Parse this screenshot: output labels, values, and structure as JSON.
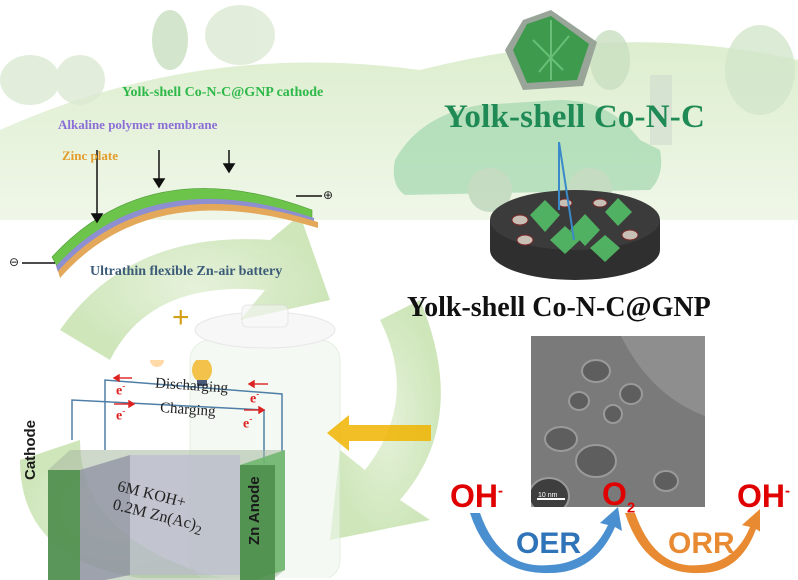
{
  "figure_type": "graphical abstract",
  "colors": {
    "cathode_label": "#2fb84a",
    "membrane_label": "#8b6fd6",
    "zinc_label": "#e39b2a",
    "caption": "#3b5b78",
    "yolk_shell_label": "#1f8a55",
    "oer": "#2f73b8",
    "orr": "#e88a32",
    "chem_red": "#e00000",
    "arrow_yellow": "#f0b400"
  },
  "flexible_battery": {
    "layers": [
      {
        "name": "Yolk-shell Co-N-C@GNP cathode",
        "color": "#6cc44a"
      },
      {
        "name": "Alkaline polymer membrane",
        "color": "#8d8fd0"
      },
      {
        "name": "Zinc plate",
        "color": "#e3a85a"
      }
    ],
    "cathode_label": "Yolk-shell Co-N-C@GNP cathode",
    "membrane_label": "Alkaline polymer membrane",
    "zinc_label": "Zinc plate",
    "positive_terminal": "⊕",
    "negative_terminal": "⊖",
    "caption": "Ultrathin flexible Zn-air battery"
  },
  "catalyst": {
    "particle_label": "Yolk-shell Co-N-C",
    "composite_label": "Yolk-shell Co-N-C@GNP",
    "tem_scale_bar": "10 nm"
  },
  "cell": {
    "plus_sign": "+",
    "discharging": "Discharging",
    "charging": "Charging",
    "electron": "e",
    "electron_charge": "-",
    "electrolyte_line1": "6M KOH+",
    "electrolyte_line2_main": "0.2M Zn(Ac)",
    "electrolyte_line2_sub": "2",
    "cathode": "Cathode",
    "anode": "Zn Anode"
  },
  "reactions": {
    "oh_left": "OH",
    "oh_left_sup": "-",
    "o2": "O",
    "o2_sub": "2",
    "oh_right": "OH",
    "oh_right_sup": "-",
    "oer": "OER",
    "orr": "ORR"
  }
}
